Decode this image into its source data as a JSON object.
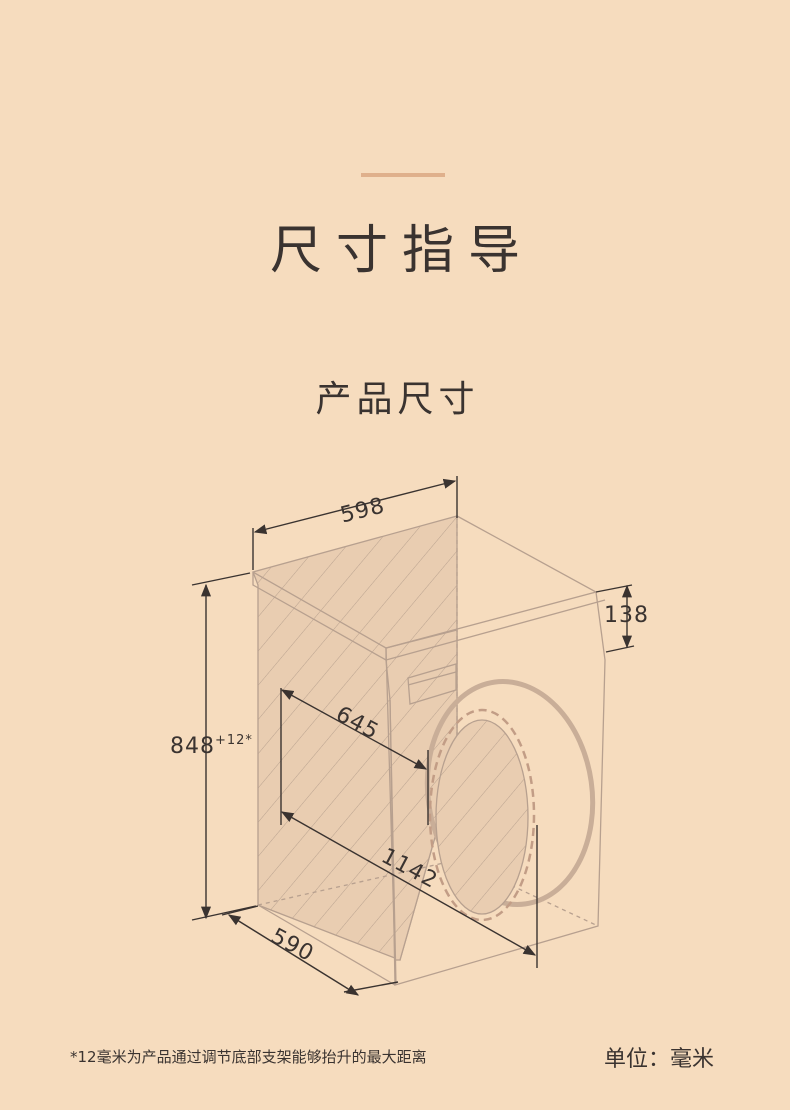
{
  "header": {
    "title": "尺寸指导",
    "section_title": "产品尺寸"
  },
  "dimensions": {
    "width": "598",
    "height": "848",
    "height_tolerance": "+12*",
    "depth": "590",
    "top_panel_height": "138",
    "body_depth": "645",
    "door_open_depth": "1142"
  },
  "footer": {
    "note": "*12毫米为产品通过调节底部支架能够抬升的最大距离",
    "unit": "单位：毫米"
  },
  "colors": {
    "background": "#f6dcbe",
    "accent": "#dfb08c",
    "line": "#b7a08f",
    "text": "#3a3330"
  }
}
